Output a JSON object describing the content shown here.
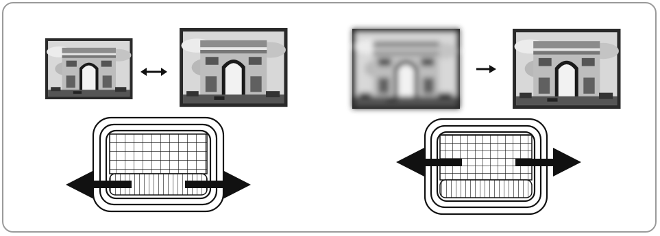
{
  "diagram": {
    "left_panel": {
      "images": [
        "arc-photo-small",
        "arc-photo-large"
      ],
      "relation_icon": "double-headed-arrow-icon",
      "control": {
        "name": "zoom-ring",
        "motion_icon": "double-arrow-horizontal-icon"
      }
    },
    "right_panel": {
      "images": [
        "arc-photo-blurry",
        "arc-photo-sharp"
      ],
      "relation_icon": "right-arrow-icon",
      "control": {
        "name": "focus-ring",
        "motion_icon": "double-arrow-horizontal-icon"
      }
    },
    "colors": {
      "border": "#9a9a9a",
      "ink": "#111111",
      "photo_sky": "#d9d9d9",
      "photo_stone": "#bcbcbc"
    }
  }
}
